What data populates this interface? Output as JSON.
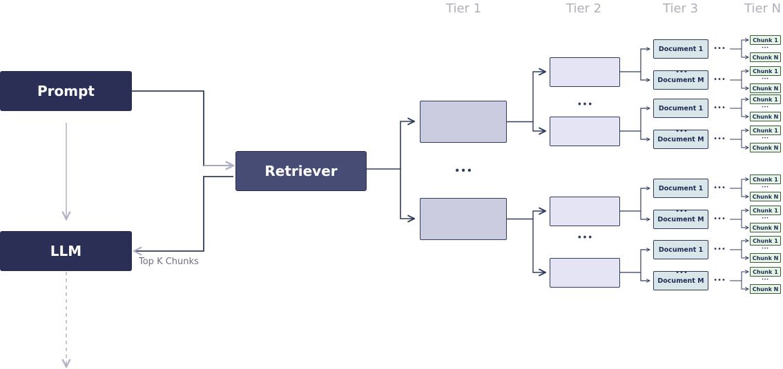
{
  "tiers": [
    "Tier 1",
    "Tier 2",
    "Tier 3",
    "Tier N"
  ],
  "nodes": {
    "prompt": "Prompt",
    "retriever": "Retriever",
    "llm": "LLM"
  },
  "edge_labels": {
    "top_k": "Top K Chunks"
  },
  "document_labels": {
    "first": "Document 1",
    "last": "Document M"
  },
  "chunk_labels": {
    "first": "Chunk 1",
    "last": "Chunk N"
  },
  "ellipsis": "•••",
  "colors": {
    "dark_node": "#2b2f56",
    "retriever": "#474c74",
    "tier1_fill": "#cccce0",
    "tier2_fill": "#e4e4f4",
    "document_fill": "#d9e6e9",
    "chunk_fill": "#e6f4e6",
    "line": "#2f3b5c",
    "muted_line": "#b0b0c4"
  }
}
